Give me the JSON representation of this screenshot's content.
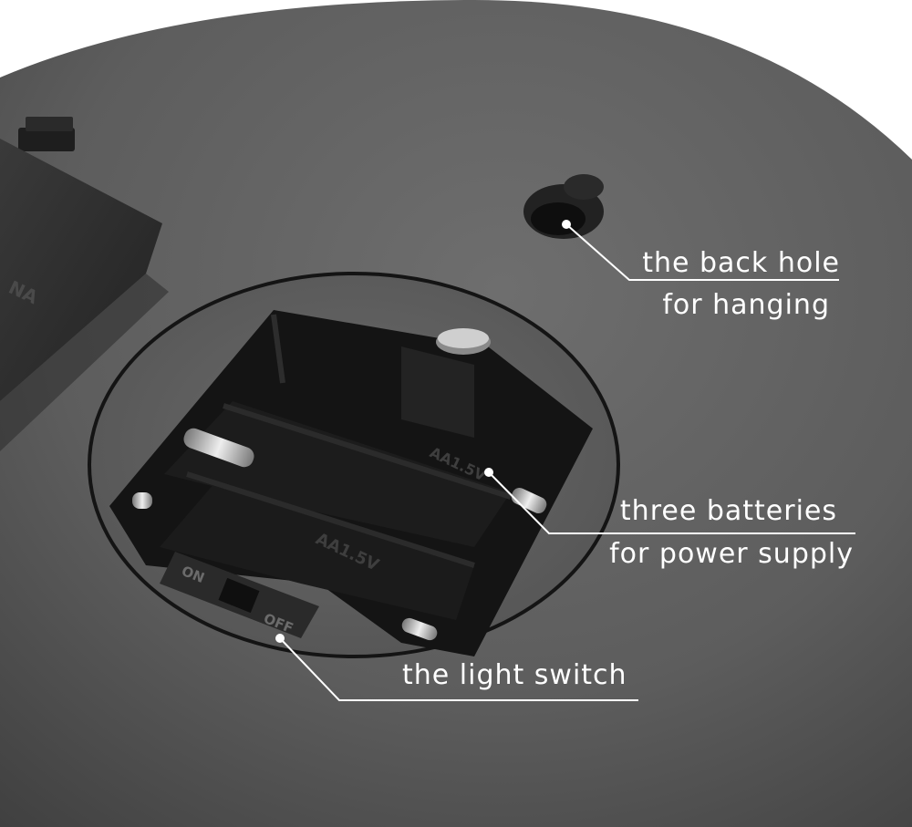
{
  "callouts": {
    "back_hole": [
      "the back hole",
      "for hanging"
    ],
    "batteries": [
      "three batteries",
      "for power supply"
    ],
    "switch": "the light switch"
  },
  "switch_labels": {
    "on": "ON",
    "off": "OFF"
  },
  "battery_labels": [
    "AA1.5V",
    "AA1.5V"
  ],
  "colors": {
    "body": "#5f5f5f",
    "body_dark": "#3a3a3a",
    "compartment": "#141414",
    "callout": "#ffffff"
  }
}
